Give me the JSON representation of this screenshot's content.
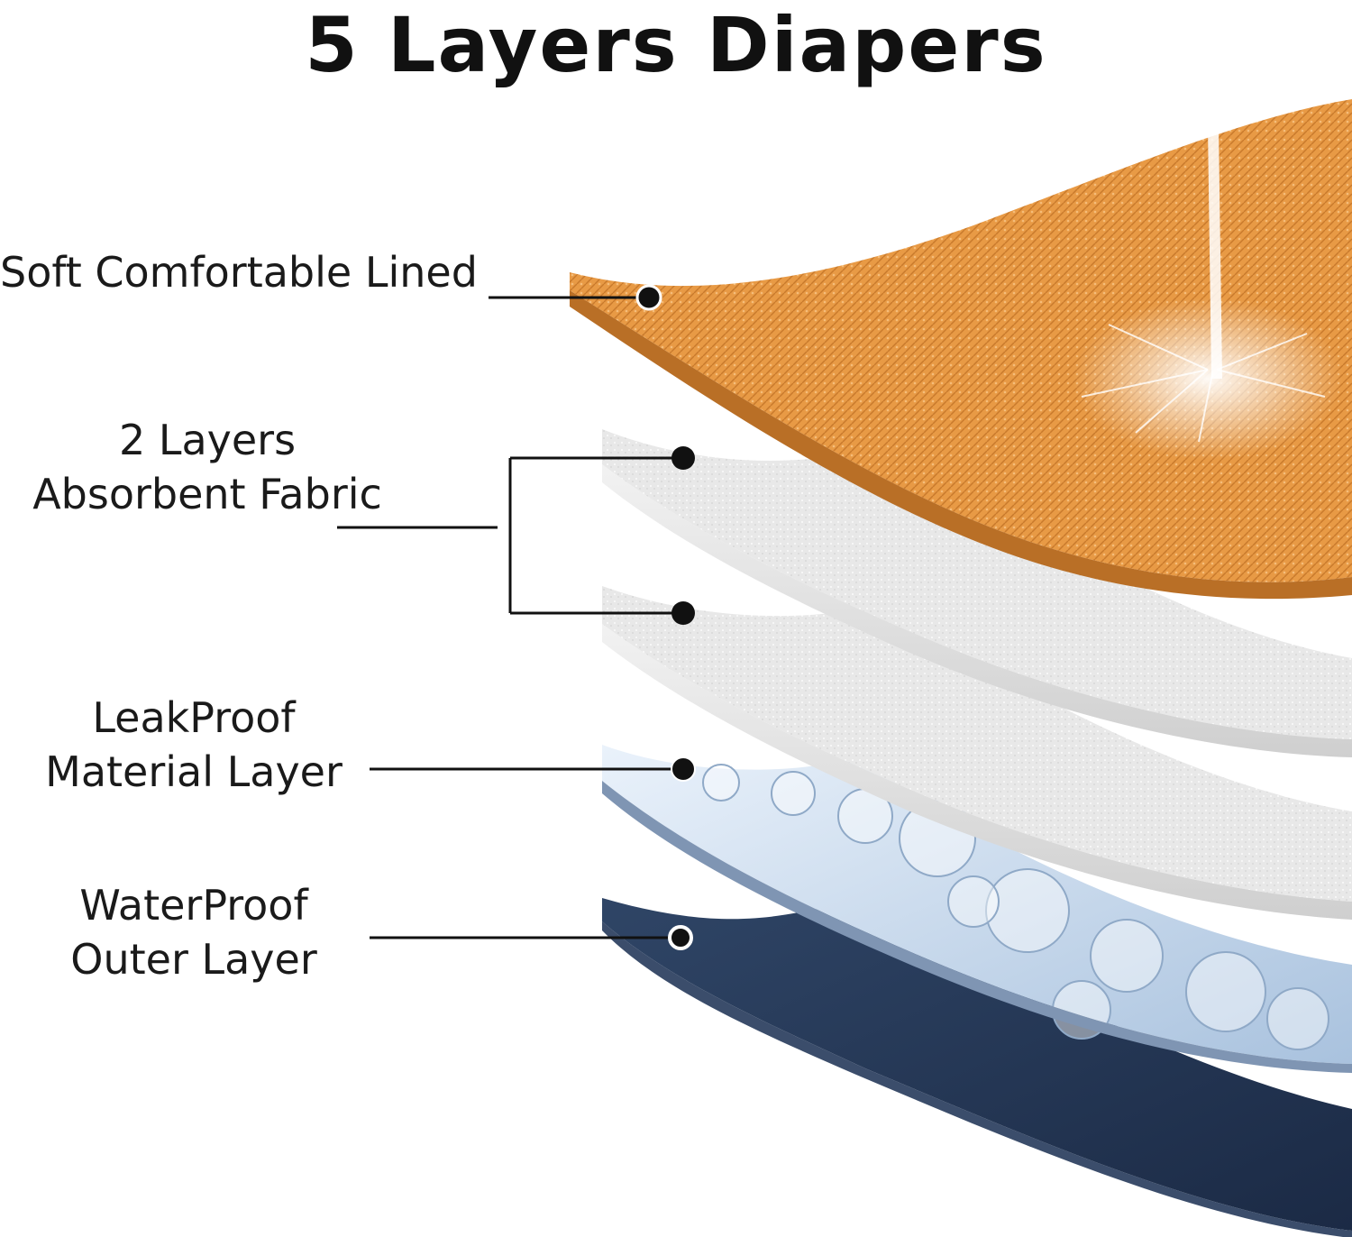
{
  "title": "5 Layers Diapers",
  "labels": {
    "soft": {
      "line1": "Soft Comfortable Lined"
    },
    "absorbent": {
      "line1": "2 Layers",
      "line2": "Absorbent Fabric"
    },
    "leakproof": {
      "line1": "LeakProof",
      "line2": "Material Layer"
    },
    "waterproof": {
      "line1": "WaterProof",
      "line2": "Outer Layer"
    }
  },
  "colors": {
    "top_layer": "#e89a45",
    "absorbent_layer": "#e6e6e6",
    "leakproof_layer": "#c9dcf0",
    "outer_layer": "#233552",
    "leader_line": "#111111"
  }
}
